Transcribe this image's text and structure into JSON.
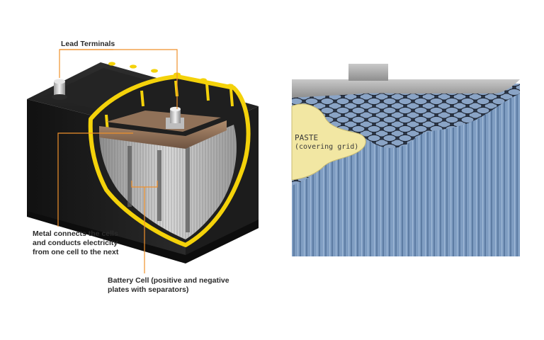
{
  "battery": {
    "callouts": {
      "terminals": "Lead Terminals",
      "metal_line1": "Metal connects the cells",
      "metal_line2": "and conducts electricity",
      "metal_line3": "from one cell to the next",
      "cell_line1": "Battery Cell (positive and negative",
      "cell_line2": "plates with separators)"
    },
    "callout_color": "#f0912c",
    "accent_yellow": "#f4d20a"
  },
  "plate": {
    "paste_title": "PASTE",
    "paste_subtitle": "(covering grid)",
    "plate_color": "#7d9cc1",
    "paste_color": "#f2e7a3"
  }
}
